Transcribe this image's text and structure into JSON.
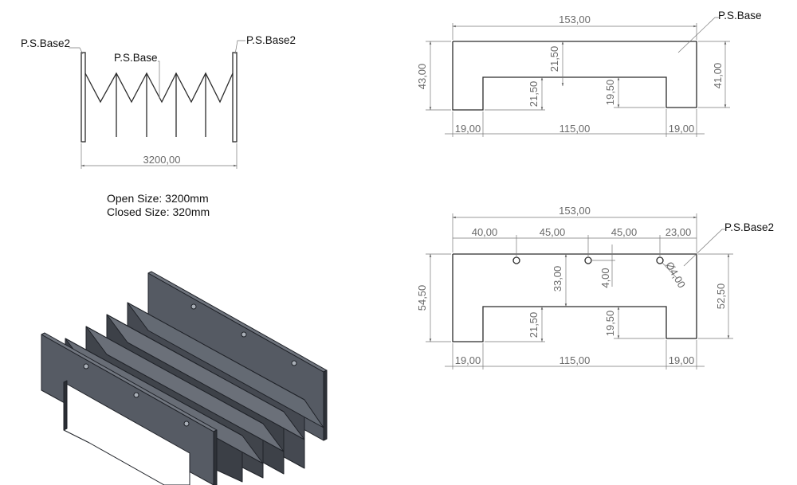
{
  "labels": {
    "ps_base": "P.S.Base",
    "ps_base2": "P.S.Base2"
  },
  "sizes": {
    "open": "Open Size: 3200mm",
    "closed": "Closed Size: 320mm"
  },
  "side_view": {
    "length": "3200,00"
  },
  "top_profile": {
    "width": "153,00",
    "left_height": "43,00",
    "right_height": "41,00",
    "upper_thickness": "21,50",
    "left_inner": "21,50",
    "right_inner": "19,50",
    "left_foot": "19,00",
    "mid_gap": "115,00",
    "right_foot": "19,00"
  },
  "bottom_profile": {
    "width": "153,00",
    "seg_1": "40,00",
    "seg_2": "45,00",
    "seg_3": "45,00",
    "seg_4": "23,00",
    "left_height": "54,50",
    "right_height": "52,50",
    "center_depth": "33,00",
    "hole_offset": "4,00",
    "hole_diameter": "Ø4,00",
    "left_inner": "21,50",
    "right_inner": "19,50",
    "left_foot": "19,00",
    "mid_gap": "115,00",
    "right_foot": "19,00"
  }
}
